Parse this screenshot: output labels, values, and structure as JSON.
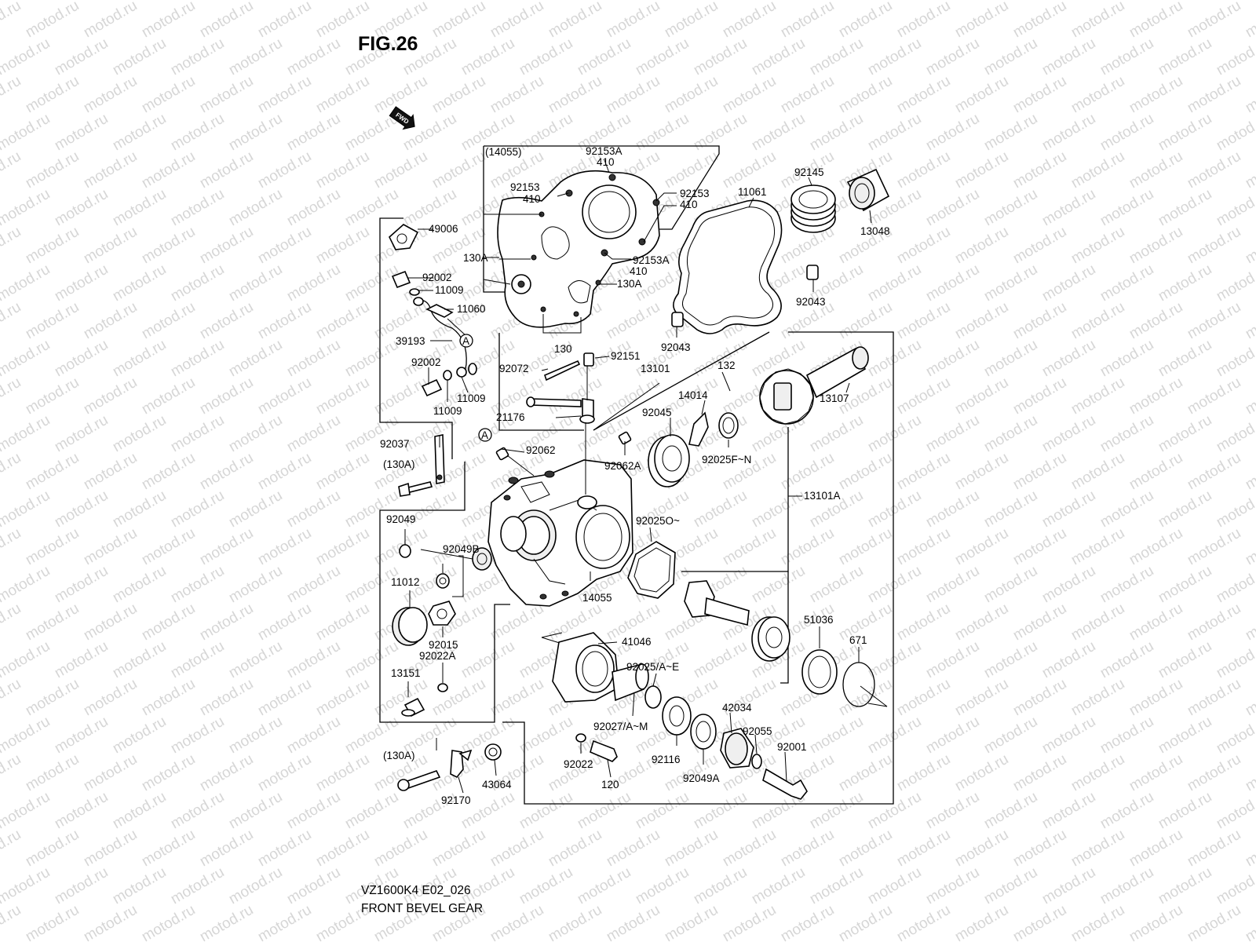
{
  "figure_title": "FIG.26",
  "direction_badge": "FWD",
  "watermark_text": "motod.ru",
  "caption": {
    "model_code": "VZ1600K4 E02_026",
    "title": "FRONT BEVEL GEAR"
  },
  "callouts": {
    "c14055_group": "(14055)",
    "c92153A_top": "92153A",
    "c410_top": "410",
    "c92153_left": "92153",
    "c410_left": "410",
    "c92153_right": "92153",
    "c410_right": "410",
    "c130A_left": "130A",
    "c92153A_mid": "92153A",
    "c410_mid": "410",
    "c130A_mid": "130A",
    "c130": "130",
    "c11061": "11061",
    "c92145": "92145",
    "c13048": "13048",
    "c92043_right": "92043",
    "c92043_left": "92043",
    "c49006": "49006",
    "c92002_top": "92002",
    "c11009_a": "11009",
    "c11060": "11060",
    "c39193": "39193",
    "c92002_bot": "92002",
    "c11009_b": "11009",
    "c11009_c": "11009",
    "cA_1": "A",
    "cA_2": "A",
    "c92151": "92151",
    "c92072": "92072",
    "c13101": "13101",
    "c132": "132",
    "c13107": "13107",
    "c14014": "14014",
    "c21176": "21176",
    "c92045": "92045",
    "c92025FN": "92025F~N",
    "c92062": "92062",
    "c92062A": "92062A",
    "c92037": "92037",
    "c130A_paren_top": "(130A)",
    "c13101A": "13101A",
    "c92049": "92049",
    "c92049B": "92049B",
    "c92025O": "92025O~",
    "c11012": "11012",
    "c14055": "14055",
    "c92015": "92015",
    "c92022A": "92022A",
    "c51036": "51036",
    "c671": "671",
    "c41046": "41046",
    "c92025AE": "92025/A~E",
    "c13151": "13151",
    "c42034": "42034",
    "c92027": "92027/A~M",
    "c92055": "92055",
    "c92001": "92001",
    "c92116": "92116",
    "c92049A": "92049A",
    "c92022": "92022",
    "c120": "120",
    "c130A_paren_bot": "(130A)",
    "c43064": "43064",
    "c92170": "92170"
  }
}
